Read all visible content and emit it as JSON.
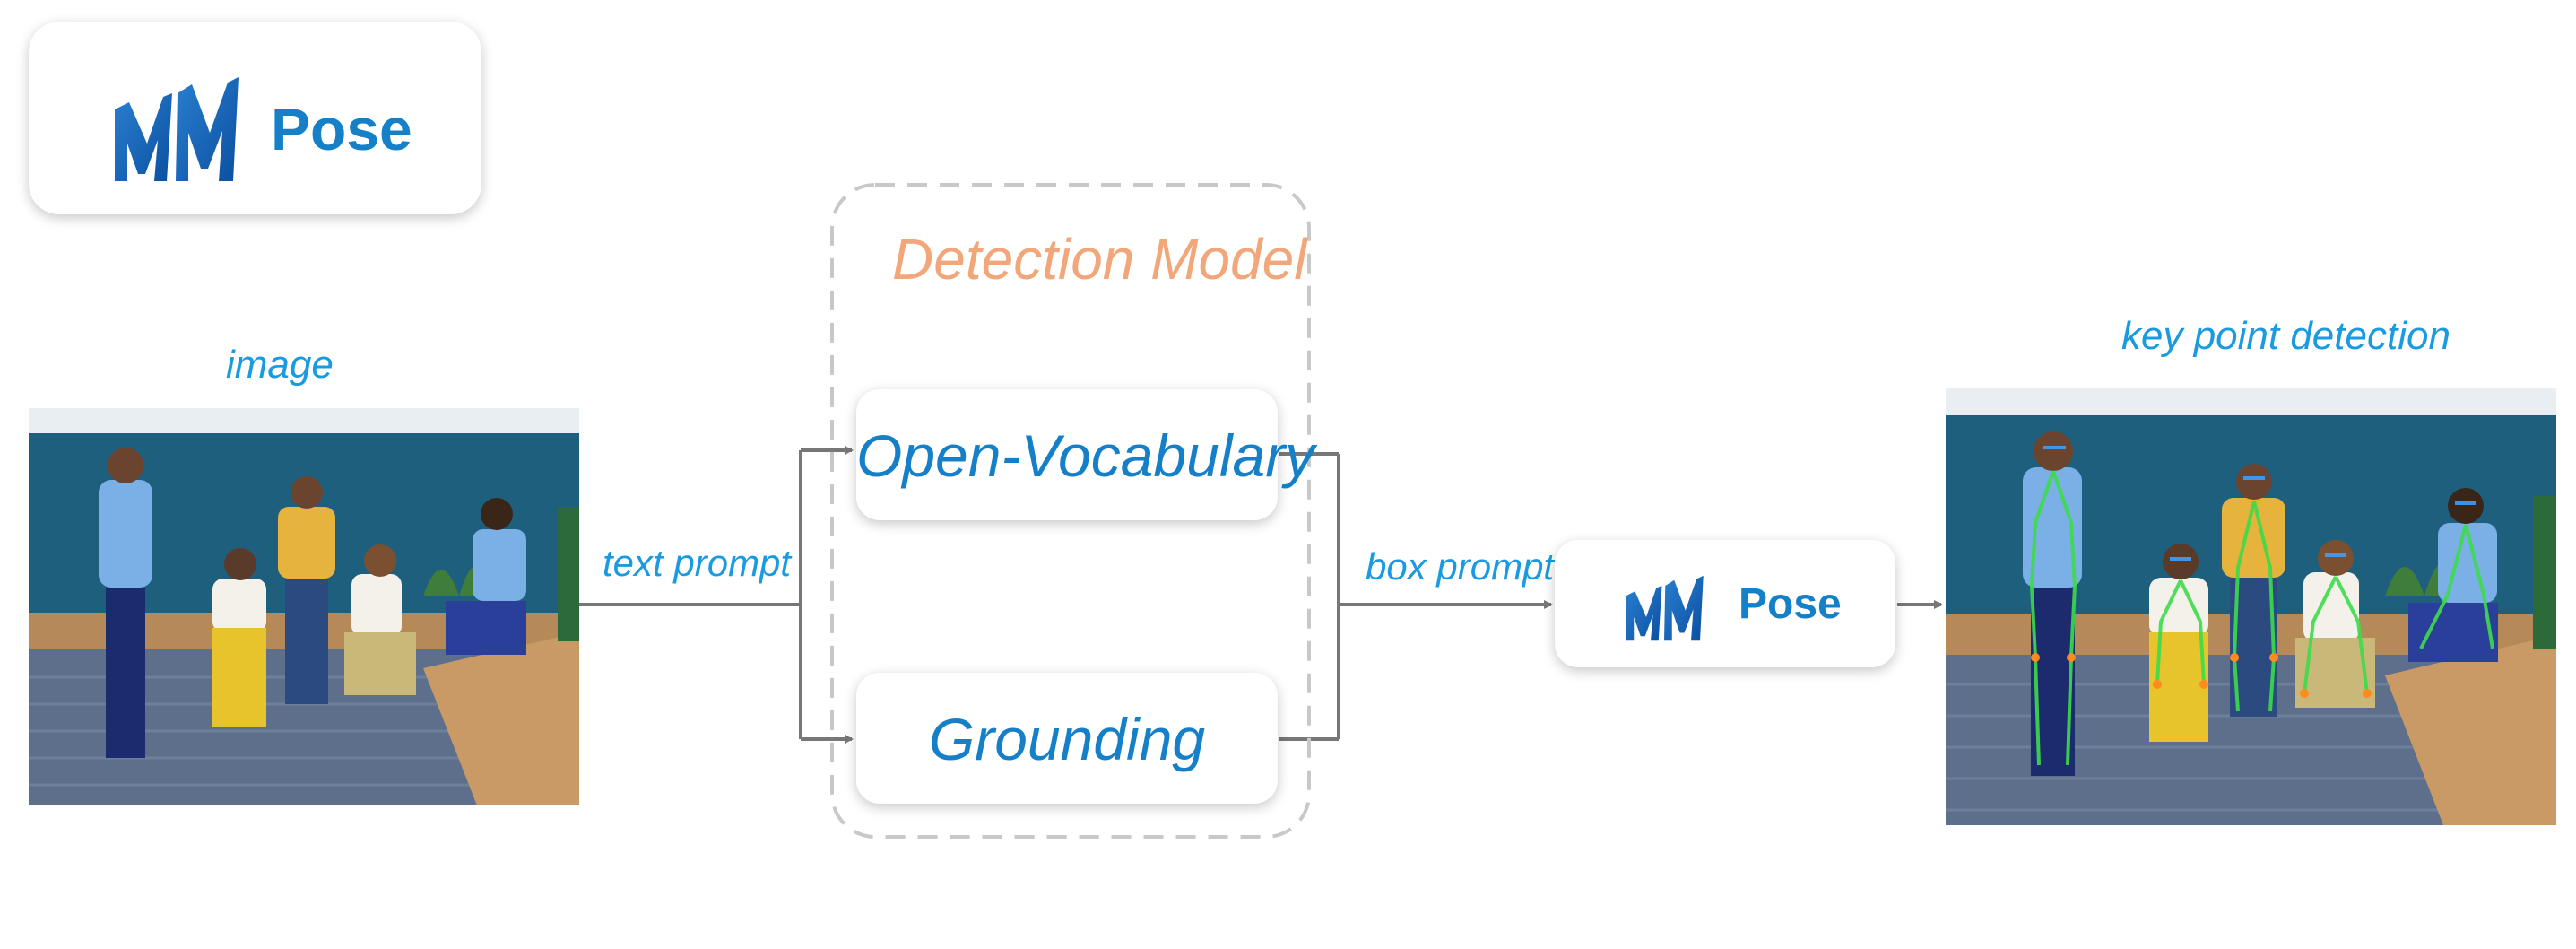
{
  "logo": {
    "mm": "MM",
    "pose": "Pose"
  },
  "labels": {
    "image": "image",
    "key_point_detection": "key point detection",
    "text_prompt": "text prompt",
    "box_prompt": "box prompt",
    "detection_model": "Detection Model"
  },
  "models": {
    "open_vocabulary": "Open-Vocabulary",
    "grounding": "Grounding"
  },
  "colors": {
    "label_blue": "#1a9ae0",
    "model_blue": "#1580c8",
    "detection_orange": "#f2a77a",
    "arrow_gray": "#777777",
    "dashed_border": "#c8c8c8"
  }
}
